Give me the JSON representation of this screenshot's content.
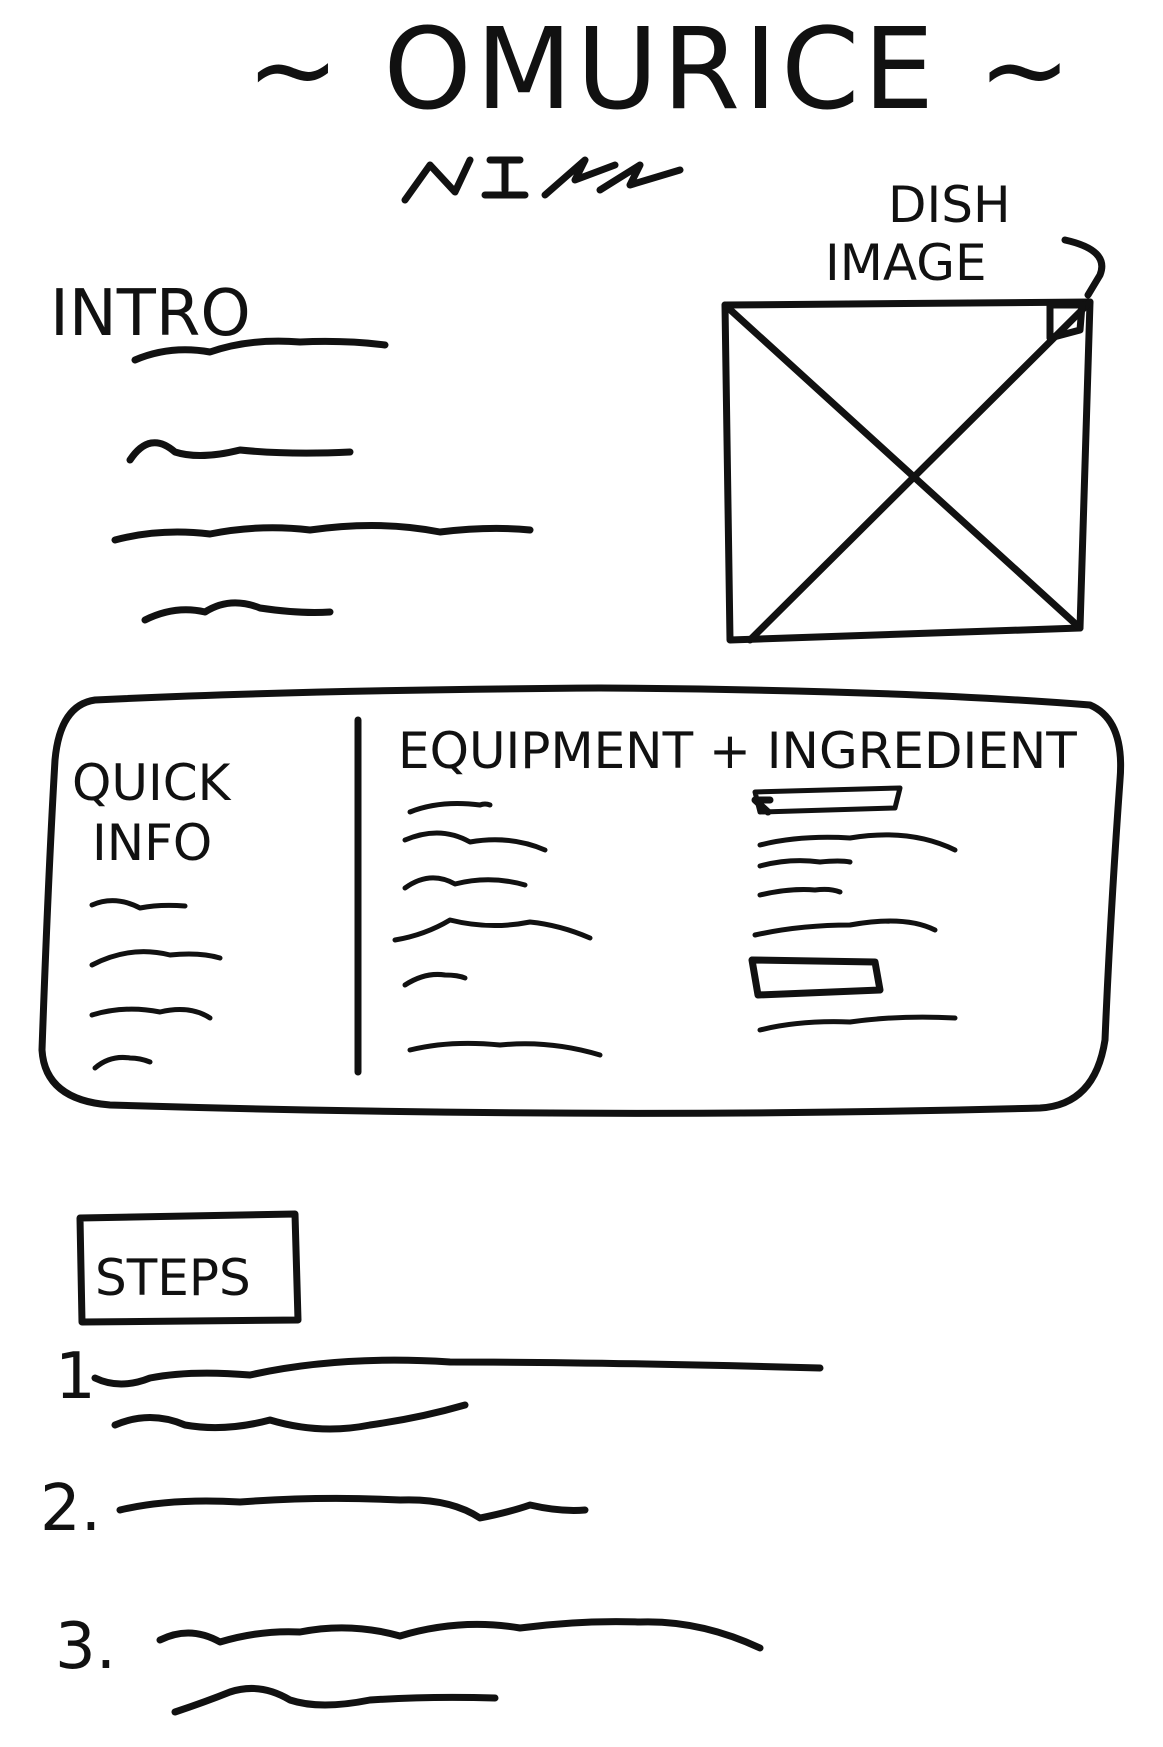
{
  "title": "~ OMURICE ~",
  "subtitle_scribble": "subtitle-scribble",
  "intro": {
    "heading": "INTRO"
  },
  "dish_image": {
    "label_line1": "DISH",
    "label_line2": "IMAGE"
  },
  "info_panel": {
    "quick_info_line1": "QUICK",
    "quick_info_line2": "INFO",
    "equipment_heading": "EQUIPMENT + INGREDIENT"
  },
  "steps": {
    "heading": "STEPS",
    "numbers": [
      "1",
      "2.",
      "3."
    ]
  }
}
